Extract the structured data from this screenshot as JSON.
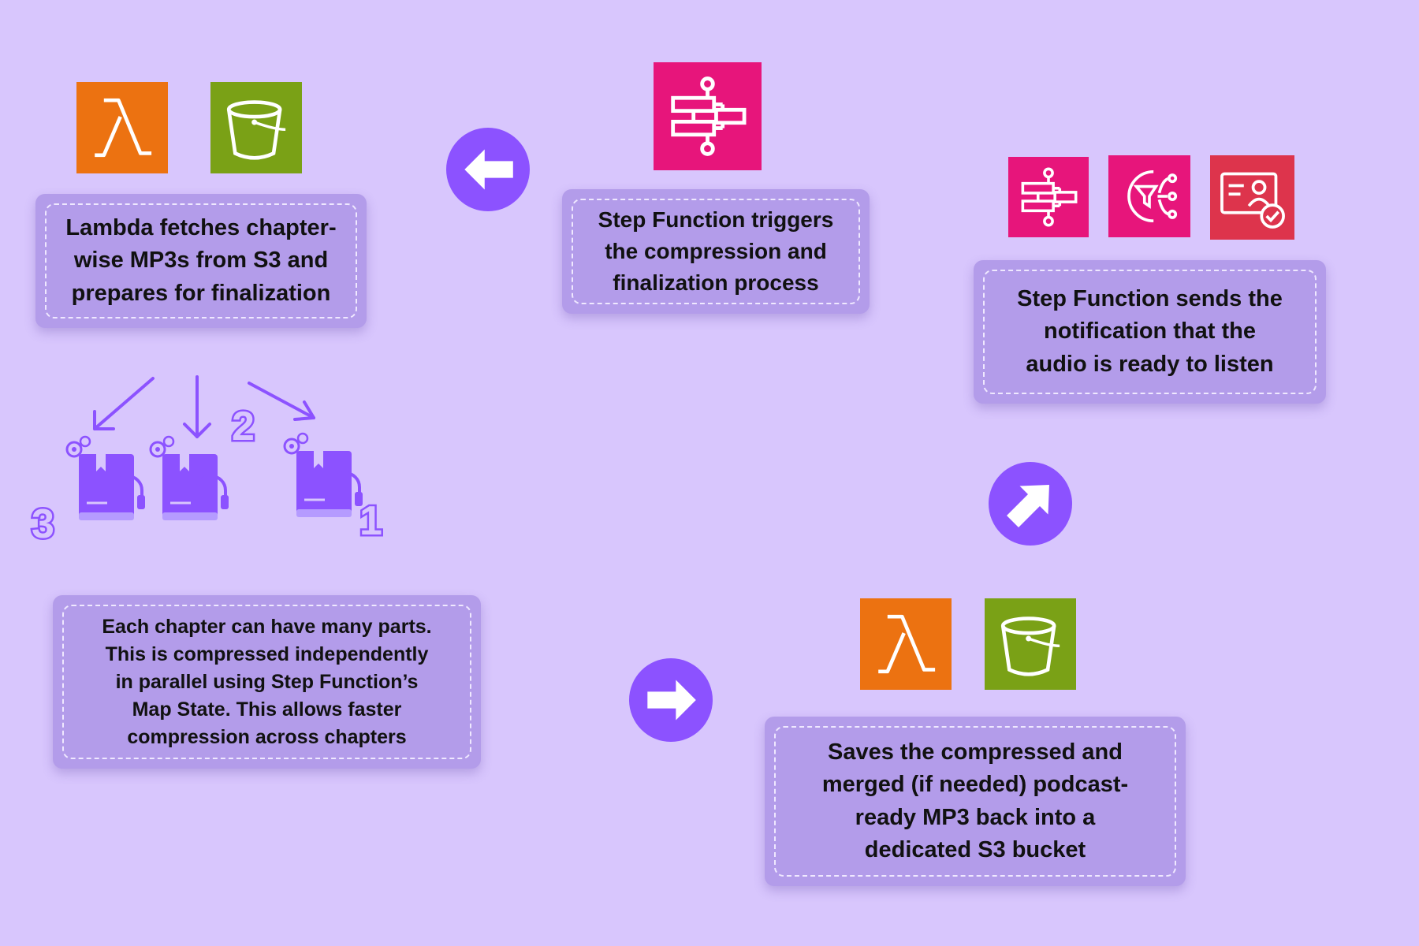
{
  "colors": {
    "background": "#d8c6fd",
    "box": "#b39cea",
    "lambda": "#ec7211",
    "s3": "#7aa116",
    "step_functions": "#e7157b",
    "sns": "#e7157b",
    "cert": "#dd344c",
    "accent": "#8c52ff"
  },
  "steps": {
    "fetch": "Lambda fetches chapter-\nwise MP3s from S3 and\nprepares for finalization",
    "trigger": "Step Function triggers\nthe compression and\nfinalization process",
    "notify": "Step Function sends the\nnotification that the\naudio is ready to listen",
    "parallel": "Each chapter can have many parts.\nThis is compressed independently\nin parallel using Step Function’s\nMap State. This allows faster\ncompression across chapters",
    "save": "Saves the compressed and\nmerged (if needed) podcast-\nready MP3 back into a\ndedicated S3 bucket"
  },
  "chapter_numbers": [
    "3",
    "2",
    "1"
  ],
  "icons": {
    "lambda": "lambda-icon",
    "s3": "s3-bucket-icon",
    "step_functions": "step-functions-icon",
    "sns": "sns-icon",
    "certificate": "certificate-icon"
  }
}
